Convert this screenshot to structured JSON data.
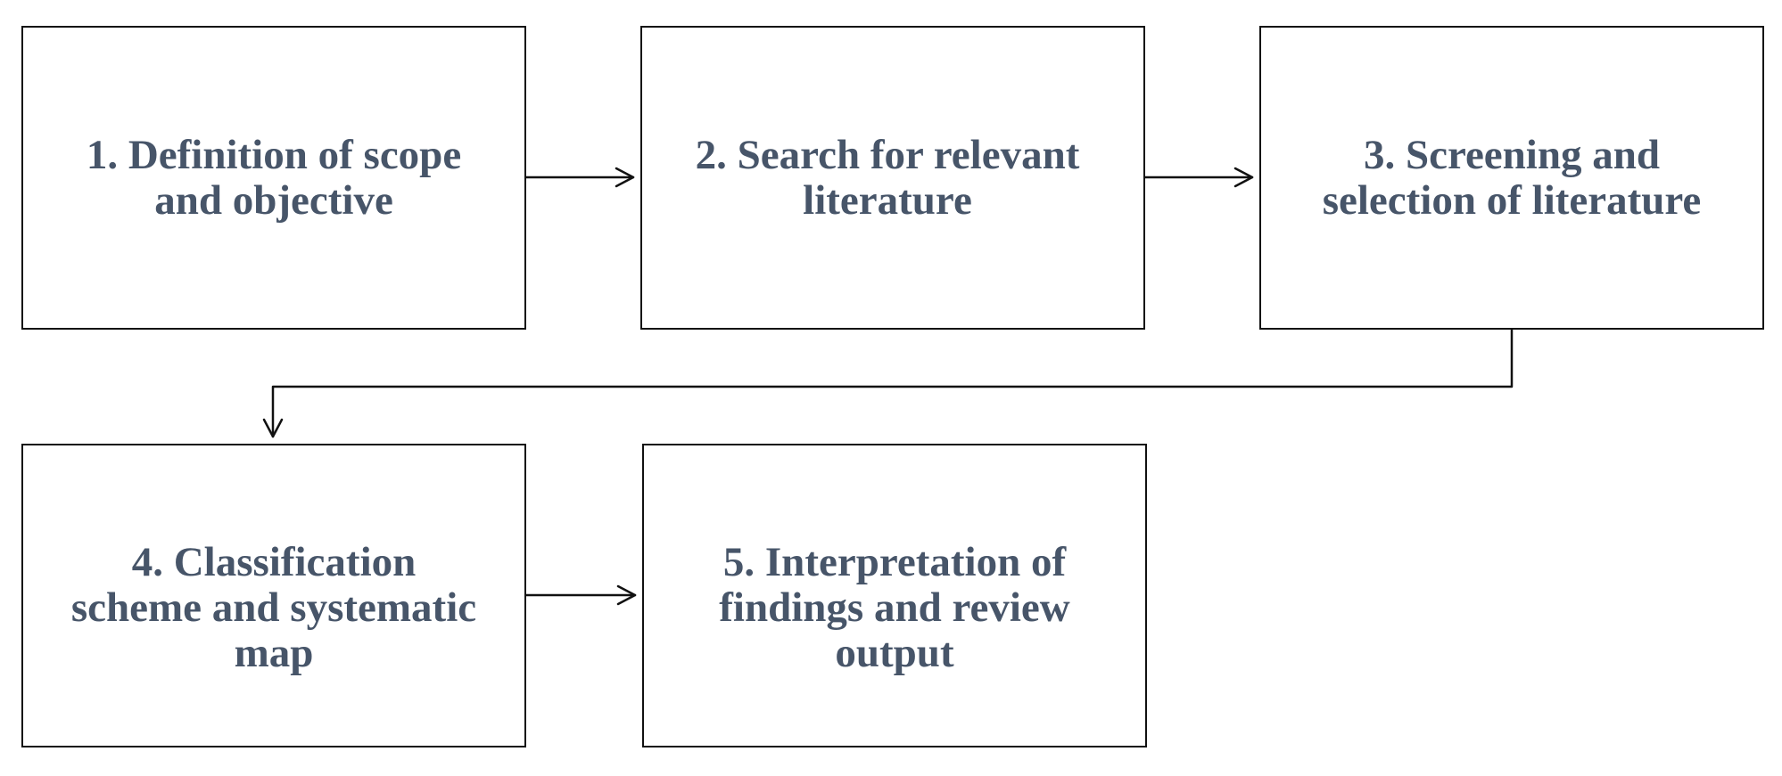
{
  "diagram": {
    "steps": [
      {
        "id": "1",
        "label": "1. Definition of scope\nand objective"
      },
      {
        "id": "2",
        "label": "2. Search for relevant\nliterature"
      },
      {
        "id": "3",
        "label": "3. Screening and\nselection of literature"
      },
      {
        "id": "4",
        "label": "4. Classification\nscheme and systematic\nmap"
      },
      {
        "id": "5",
        "label": "5. Interpretation of\nfindings and review\noutput"
      }
    ],
    "connections": [
      {
        "from": "1",
        "to": "2"
      },
      {
        "from": "2",
        "to": "3"
      },
      {
        "from": "3",
        "to": "4"
      },
      {
        "from": "4",
        "to": "5"
      }
    ],
    "colors": {
      "text": "#475569",
      "border": "#111111",
      "connector": "#111111",
      "background": "#ffffff"
    }
  }
}
